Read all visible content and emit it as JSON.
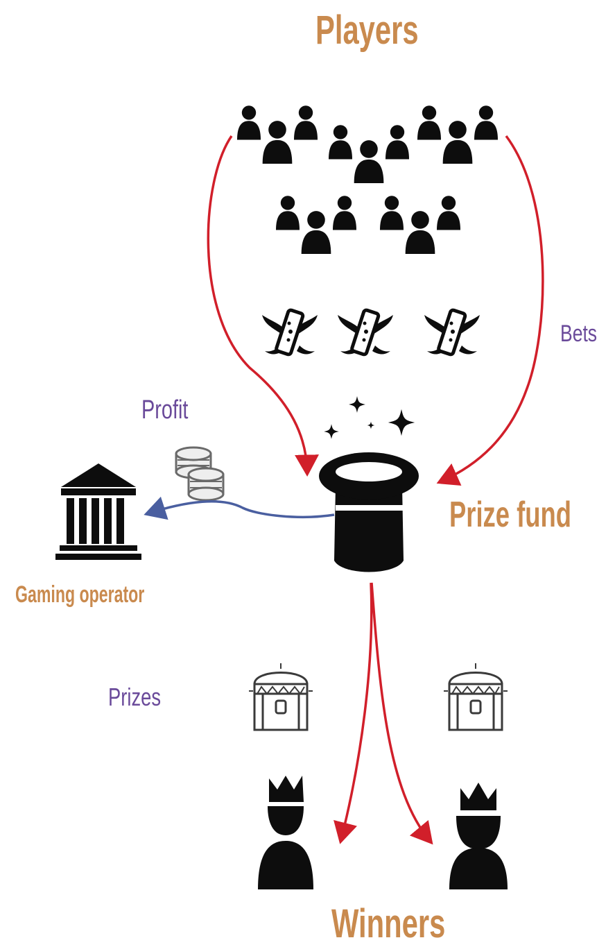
{
  "labels": {
    "players": "Players",
    "bets": "Bets",
    "profit": "Profit",
    "prize_fund": "Prize fund",
    "gaming_operator": "Gaming operator",
    "prizes": "Prizes",
    "winners": "Winners"
  },
  "colors": {
    "flow_red": "#d11f2a",
    "flow_blue": "#4a5fa0",
    "label_orange": "#c98a4e",
    "label_purple": "#6a4a9a",
    "icon": "#0d0d0d"
  },
  "icons": [
    "people-group-icon",
    "lottery-ticket-icon",
    "sparkle-icon",
    "magic-hat-icon",
    "coins-icon",
    "bank-building-icon",
    "treasure-chest-icon",
    "crowned-person-icon"
  ]
}
